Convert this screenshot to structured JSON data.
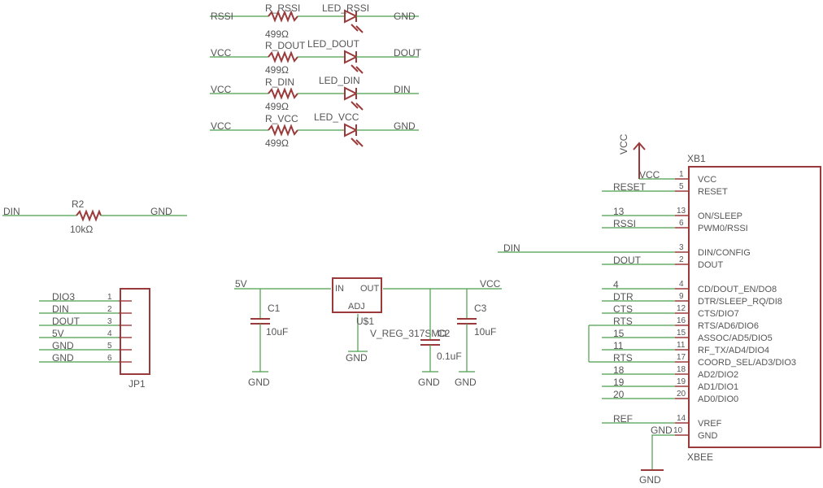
{
  "led_rows": [
    {
      "net_left": "RSSI",
      "resistor": "R_RSSI",
      "value": "499Ω",
      "led": "LED_RSSI",
      "net_right": "GND"
    },
    {
      "net_left": "VCC",
      "resistor": "R_DOUT",
      "value": "499Ω",
      "led": "LED_DOUT",
      "net_right": "DOUT"
    },
    {
      "net_left": "VCC",
      "resistor": "R_DIN",
      "value": "499Ω",
      "led": "LED_DIN",
      "net_right": "DIN"
    },
    {
      "net_left": "VCC",
      "resistor": "R_VCC",
      "value": "499Ω",
      "led": "LED_VCC",
      "net_right": "GND"
    }
  ],
  "r2": {
    "net_left": "DIN",
    "name": "R2",
    "value": "10kΩ",
    "net_right": "GND"
  },
  "jp1": {
    "name": "JP1",
    "pins": [
      {
        "num": "1",
        "net": "DIO3"
      },
      {
        "num": "2",
        "net": "DIN"
      },
      {
        "num": "3",
        "net": "DOUT"
      },
      {
        "num": "4",
        "net": "5V"
      },
      {
        "num": "5",
        "net": "GND"
      },
      {
        "num": "6",
        "net": "GND"
      }
    ]
  },
  "power": {
    "in_net": "5V",
    "out_net": "VCC",
    "c1": {
      "name": "C1",
      "value": "10uF"
    },
    "c2": {
      "name": "C2",
      "value": "0.1uF"
    },
    "c3": {
      "name": "C3",
      "value": "10uF"
    },
    "reg": {
      "name": "U$1",
      "value": "V_REG_317SMD",
      "in_label": "IN",
      "out_label": "OUT",
      "adj_label": "ADJ"
    },
    "gnd_labels": [
      "GND",
      "GND",
      "GND",
      "GND"
    ]
  },
  "xbee": {
    "name": "XB1",
    "value": "XBEE",
    "vcc_supply": "VCC",
    "gnd_supply": "GND",
    "pins": [
      {
        "num": "1",
        "label": "VCC",
        "net": "VCC"
      },
      {
        "num": "5",
        "label": "RESET",
        "net": "RESET"
      },
      {
        "num": "13",
        "label": "ON/SLEEP",
        "net": "13"
      },
      {
        "num": "6",
        "label": "PWM0/RSSI",
        "net": "RSSI"
      },
      {
        "num": "3",
        "label": "DIN/CONFIG",
        "net": "DIN"
      },
      {
        "num": "2",
        "label": "DOUT",
        "net": "DOUT"
      },
      {
        "num": "4",
        "label": "CD/DOUT_EN/DO8",
        "net": "4"
      },
      {
        "num": "9",
        "label": "DTR/SLEEP_RQ/DI8",
        "net": "DTR"
      },
      {
        "num": "12",
        "label": "CTS/DIO7",
        "net": "CTS"
      },
      {
        "num": "16",
        "label": "RTS/AD6/DIO6",
        "net": "RTS"
      },
      {
        "num": "15",
        "label": "ASSOC/AD5/DIO5",
        "net": "15"
      },
      {
        "num": "11",
        "label": "RF_TX/AD4/DIO4",
        "net": "11"
      },
      {
        "num": "17",
        "label": "COORD_SEL/AD3/DIO3",
        "net": "RTS"
      },
      {
        "num": "18",
        "label": "AD2/DIO2",
        "net": "18"
      },
      {
        "num": "19",
        "label": "AD1/DIO1",
        "net": "19"
      },
      {
        "num": "20",
        "label": "AD0/DIO0",
        "net": "20"
      },
      {
        "num": "14",
        "label": "VREF",
        "net": "REF"
      },
      {
        "num": "10",
        "label": "GND",
        "net": "GND"
      }
    ]
  }
}
